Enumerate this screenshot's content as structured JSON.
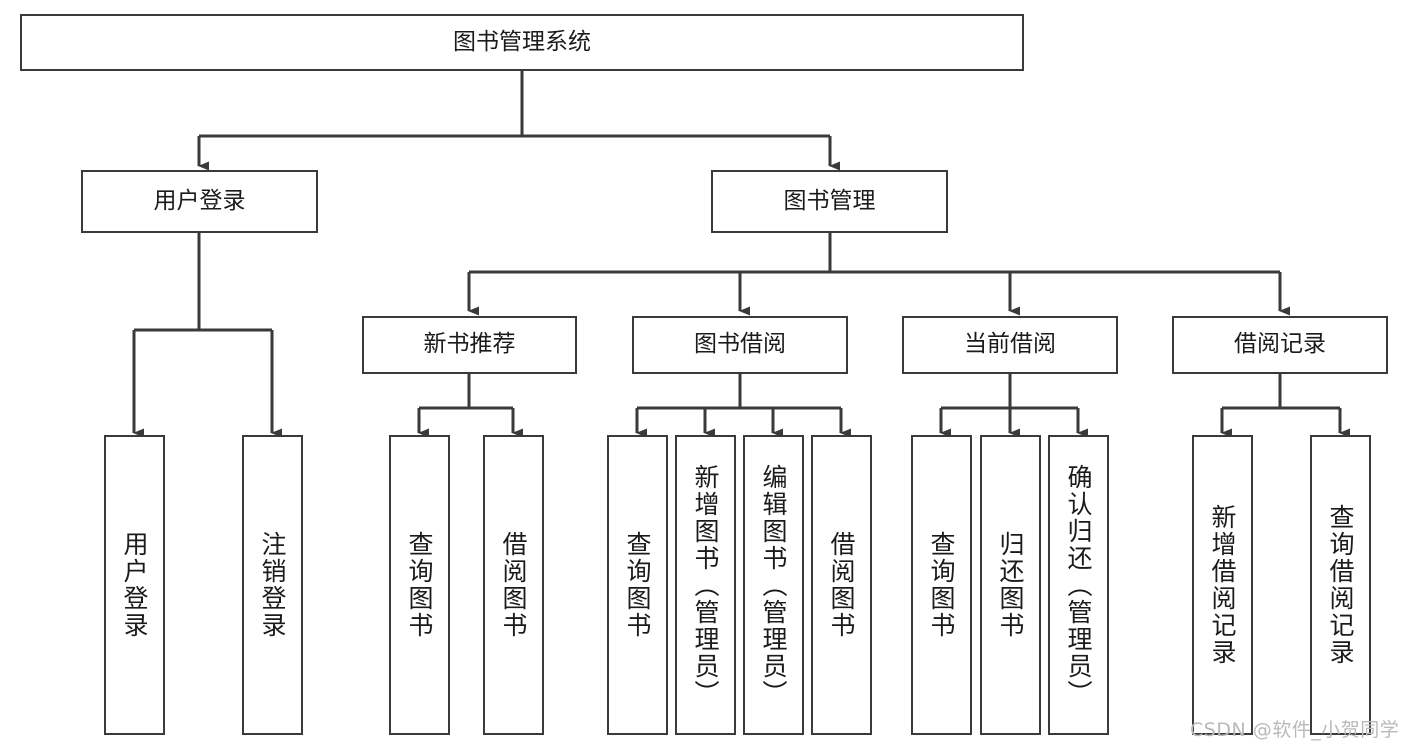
{
  "diagram": {
    "title": "图书管理系统",
    "type": "tree-hierarchy-diagram",
    "watermark": "CSDN @软件_小贺同学",
    "colors": {
      "box_border": "#3a3a3a",
      "box_fill": "#ffffff",
      "edge": "#3a3a3a",
      "text": "#1b1b1b",
      "watermark": "#b9b9b9",
      "background": "#ffffff"
    },
    "nodes": {
      "root": {
        "label": "图书管理系统"
      },
      "level2": [
        {
          "label": "用户登录"
        },
        {
          "label": "图书管理"
        }
      ],
      "level3": [
        {
          "label": "新书推荐"
        },
        {
          "label": "图书借阅"
        },
        {
          "label": "当前借阅"
        },
        {
          "label": "借阅记录"
        }
      ],
      "leaves_user_login": [
        {
          "label": "用户登录"
        },
        {
          "label": "注销登录"
        }
      ],
      "leaves_new_book": [
        {
          "label": "查询图书"
        },
        {
          "label": "借阅图书"
        }
      ],
      "leaves_borrow": [
        {
          "label": "查询图书"
        },
        {
          "label": "新增图书（管理员）"
        },
        {
          "label": "编辑图书（管理员）"
        },
        {
          "label": "借阅图书"
        }
      ],
      "leaves_current": [
        {
          "label": "查询图书"
        },
        {
          "label": "归还图书"
        },
        {
          "label": "确认归还（管理员）"
        }
      ],
      "leaves_records": [
        {
          "label": "新增借阅记录"
        },
        {
          "label": "查询借阅记录"
        }
      ]
    }
  }
}
